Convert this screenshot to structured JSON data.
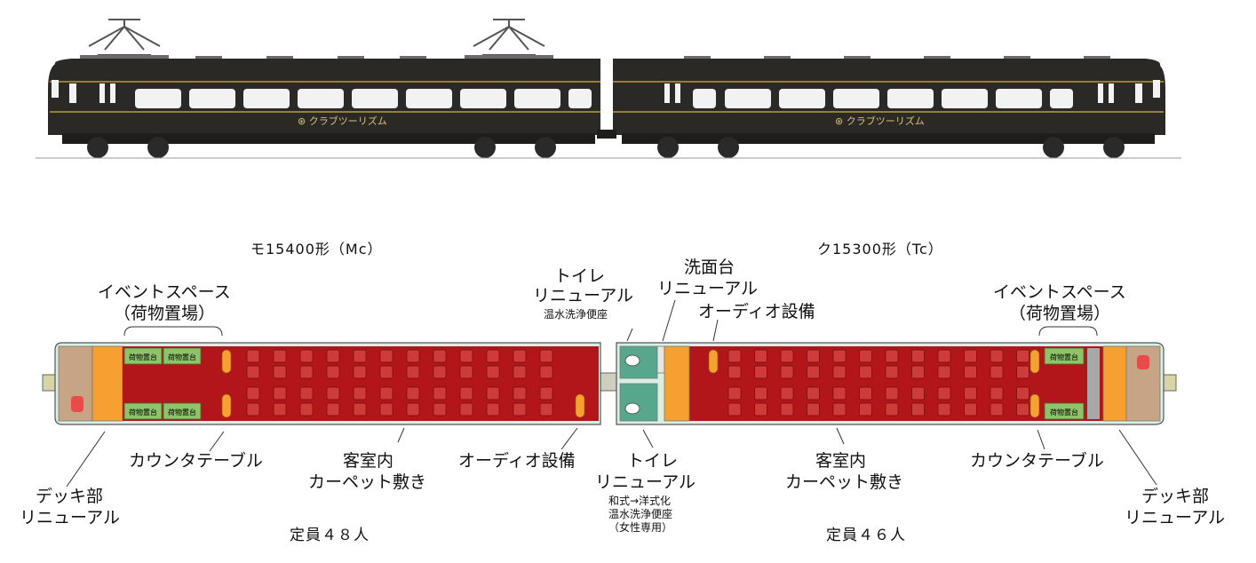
{
  "train": {
    "livery_text": "クラブツーリズム",
    "colors": {
      "body": "#2b2925",
      "stripe": "#b89a3e",
      "floor_red": "#b3161a",
      "seat_red": "#cf3b3b",
      "counter_orange": "#f5a030",
      "deck_tan": "#c8a486",
      "luggage_green": "#8fc36a",
      "toilet_teal": "#57a78d"
    }
  },
  "cars": {
    "mc_name": "モ15400形（Mc）",
    "tc_name": "ク15300形（Tc）",
    "mc_capacity": "定員４８人",
    "tc_capacity": "定員４６人"
  },
  "luggage_label": "荷物置台",
  "labels": {
    "event_left_1": "イベントスペース",
    "event_left_2": "（荷物置場）",
    "event_right_1": "イベントスペース",
    "event_right_2": "（荷物置場）",
    "counter_left": "カウンタテーブル",
    "counter_right": "カウンタテーブル",
    "deck_left_1": "デッキ部",
    "deck_left_2": "リニューアル",
    "deck_right_1": "デッキ部",
    "deck_right_2": "リニューアル",
    "cabin_left_1": "客室内",
    "cabin_left_2": "カーペット敷き",
    "cabin_right_1": "客室内",
    "cabin_right_2": "カーペット敷き",
    "audio_left": "オーディオ設備",
    "audio_right": "オーディオ設備",
    "toilet_top_1": "トイレ",
    "toilet_top_2": "リニューアル",
    "toilet_top_3": "温水洗浄便座",
    "washbasin_1": "洗面台",
    "washbasin_2": "リニューアル",
    "toilet_bottom_1": "トイレ",
    "toilet_bottom_2": "リニューアル",
    "toilet_bottom_3": "和式→洋式化",
    "toilet_bottom_4": "温水洗浄便座",
    "toilet_bottom_5": "（女性専用）"
  }
}
